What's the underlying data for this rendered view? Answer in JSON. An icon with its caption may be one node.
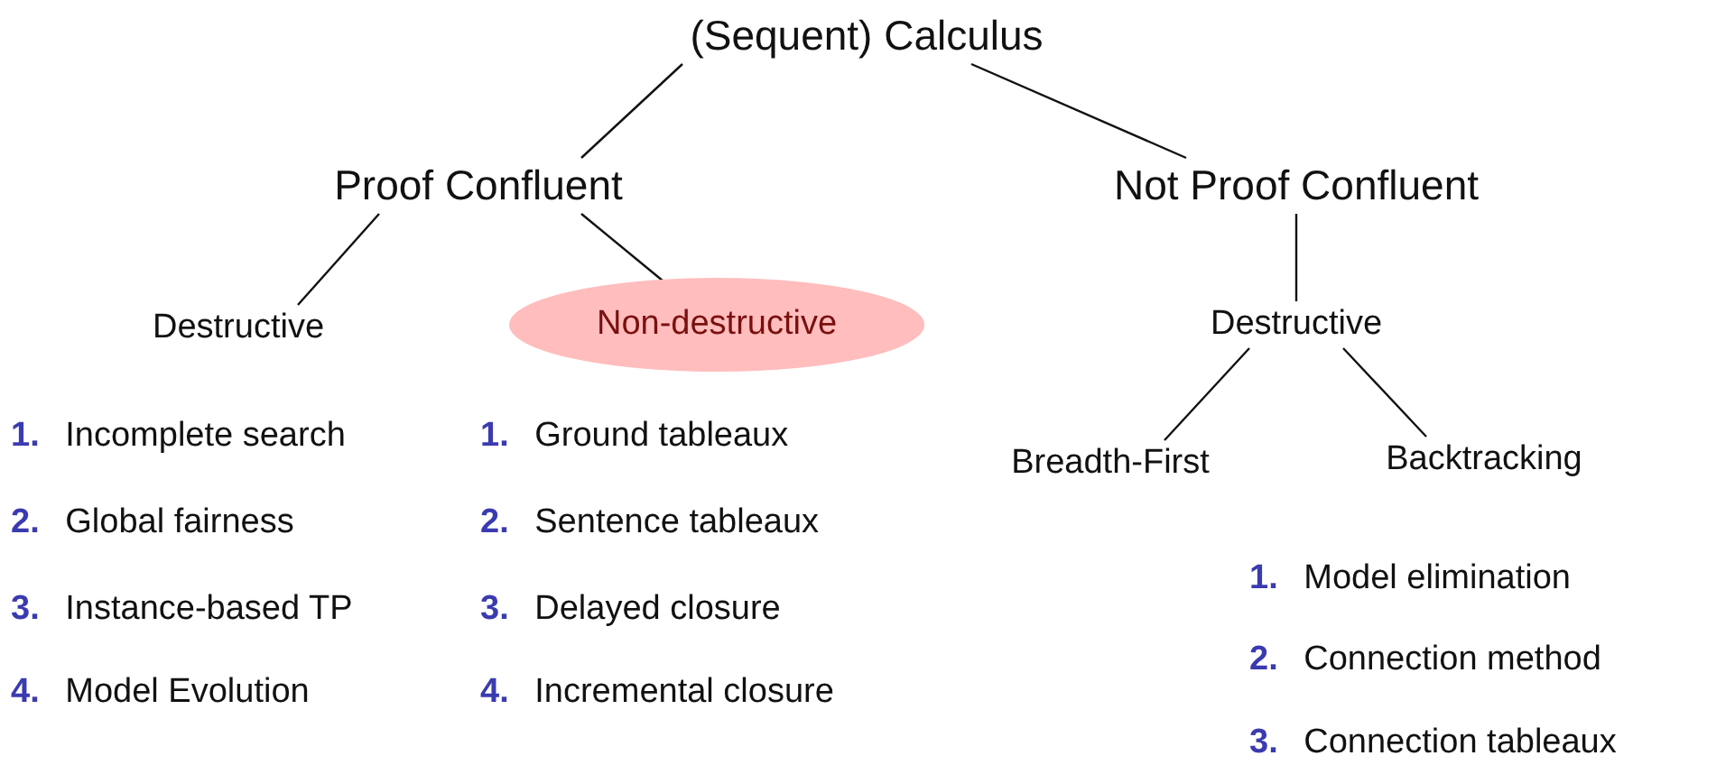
{
  "diagram": {
    "nodes": [
      {
        "text": [
          "(Sequent) Calculus"
        ]
      },
      {
        "text": [
          "Proof Confluent"
        ]
      },
      {
        "text": [
          "Not Proof Confluent"
        ]
      },
      {
        "text": [
          "Destructive"
        ]
      },
      {
        "text": [
          "Non-destructive"
        ]
      },
      {
        "text": [
          "Destructive"
        ]
      },
      {
        "text": [
          "Breadth-First"
        ]
      },
      {
        "text": [
          "Backtracking"
        ]
      }
    ],
    "edges": [
      {
        "from": 0,
        "to": 1,
        "arrow": "none"
      },
      {
        "from": 0,
        "to": 2,
        "arrow": "none"
      },
      {
        "from": 1,
        "to": 3,
        "arrow": "none"
      },
      {
        "from": 1,
        "to": 4,
        "arrow": "none"
      },
      {
        "from": 2,
        "to": 5,
        "arrow": "none"
      },
      {
        "from": 5,
        "to": 6,
        "arrow": "none"
      },
      {
        "from": 5,
        "to": 7,
        "arrow": "none"
      }
    ],
    "labels": [
      "**1.** Incomplete search",
      "**1.** Ground tableaux",
      "**2.** Global fairness",
      "**2.** Sentence tableaux",
      "**3.** Instance-based TP",
      "**3.** Delayed closure",
      "**4.** Model Evolution",
      "**4.** Incremental closure",
      "**1.** Model elimination",
      "**2.** Connection method",
      "**3.** Connection tableaux"
    ]
  }
}
